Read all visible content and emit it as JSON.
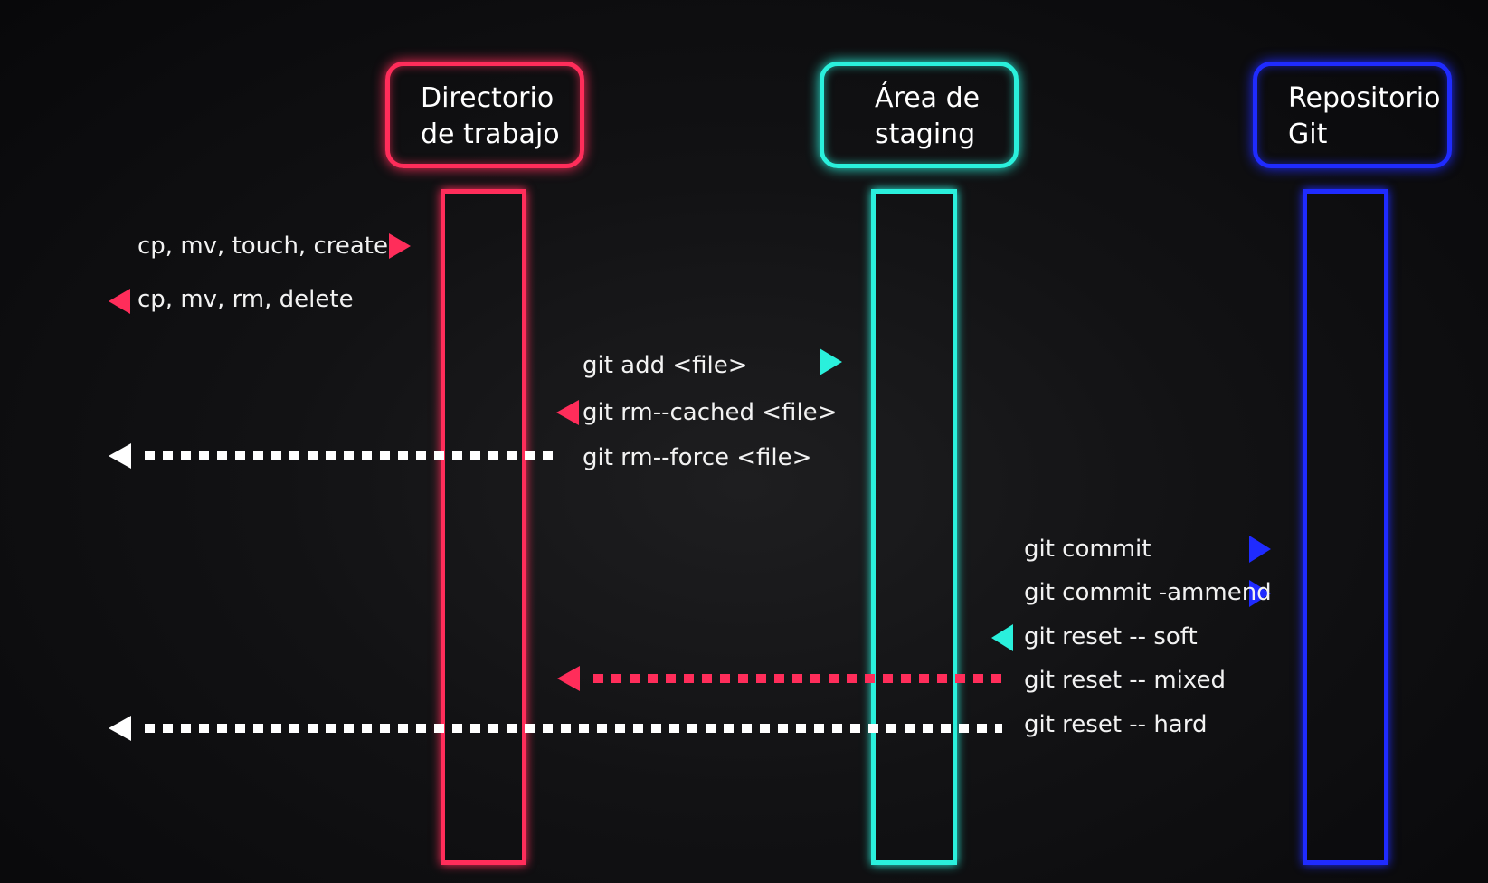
{
  "lanes": {
    "working_dir": {
      "line1": "Directorio",
      "line2": "de trabajo",
      "color": "#ff2d5a"
    },
    "staging": {
      "line1": "Área de",
      "line2": "staging",
      "color": "#2af0dc"
    },
    "repository": {
      "line1": "Repositorio",
      "line2": "Git",
      "color": "#1f2bff"
    }
  },
  "commands": {
    "cp_mv_touch_create": "cp, mv, touch, create",
    "cp_mv_rm_delete": "cp, mv, rm, delete",
    "git_add": "git add <file>",
    "git_rm_cached": "git rm--cached <file>",
    "git_rm_force": "git rm--force <file>",
    "git_commit": "git commit",
    "git_commit_ammend": "git commit -ammend",
    "git_reset_soft": "git reset -- soft",
    "git_reset_mixed": "git reset -- mixed",
    "git_reset_hard": "git reset -- hard"
  },
  "colors": {
    "red": "#ff2d5a",
    "cyan": "#2af0dc",
    "blue": "#1f2bff",
    "white": "#ffffff"
  },
  "arrows": [
    {
      "name": "arrow-create-right-icon",
      "shape": "triangle-right",
      "color": "red"
    },
    {
      "name": "arrow-delete-left-icon",
      "shape": "triangle-left",
      "color": "red"
    },
    {
      "name": "arrow-git-add-right-icon",
      "shape": "triangle-right",
      "color": "cyan"
    },
    {
      "name": "arrow-rm-cached-left-icon",
      "shape": "triangle-left",
      "color": "red"
    },
    {
      "name": "arrow-rm-force-dotted-left-icon",
      "shape": "dotted-left",
      "color": "white"
    },
    {
      "name": "arrow-commit-right-icon",
      "shape": "triangle-right",
      "color": "blue"
    },
    {
      "name": "arrow-commit-ammend-right-icon",
      "shape": "triangle-right",
      "color": "blue"
    },
    {
      "name": "arrow-reset-soft-left-icon",
      "shape": "triangle-left",
      "color": "cyan"
    },
    {
      "name": "arrow-reset-mixed-dotted-left-icon",
      "shape": "dotted-left",
      "color": "red"
    },
    {
      "name": "arrow-reset-hard-dotted-left-icon",
      "shape": "dotted-left",
      "color": "white"
    }
  ]
}
